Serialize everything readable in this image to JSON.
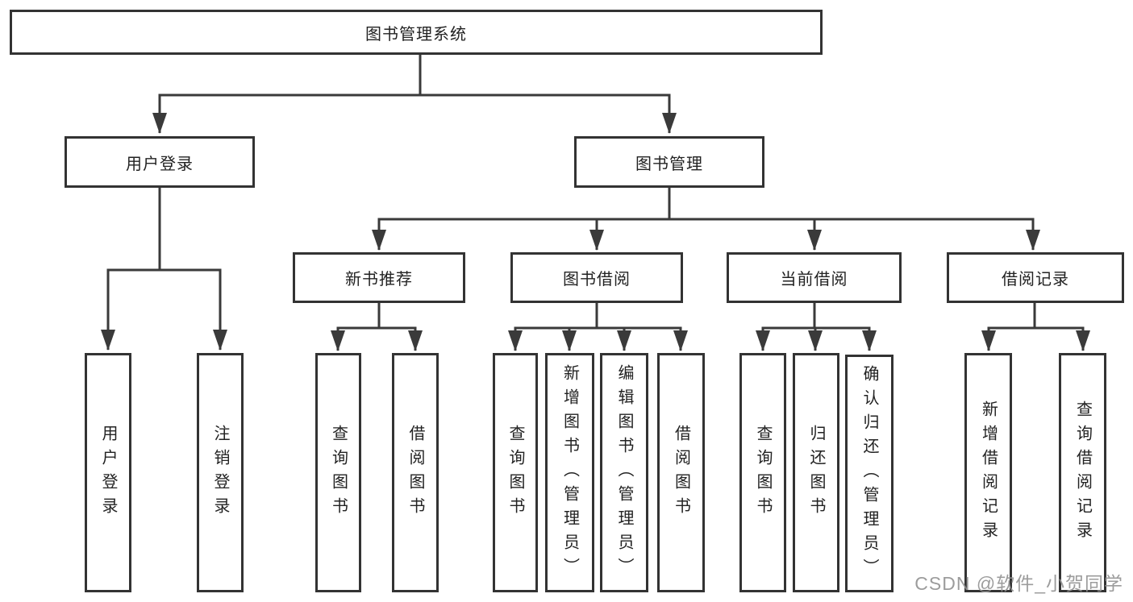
{
  "tree": {
    "label": "图书管理系统",
    "children": [
      {
        "label": "用户登录",
        "children": [
          {
            "label": "用户登录"
          },
          {
            "label": "注销登录"
          }
        ]
      },
      {
        "label": "图书管理",
        "children": [
          {
            "label": "新书推荐",
            "children": [
              {
                "label": "查询图书"
              },
              {
                "label": "借阅图书"
              }
            ]
          },
          {
            "label": "图书借阅",
            "children": [
              {
                "label": "查询图书"
              },
              {
                "label": "新增图书（管理员）"
              },
              {
                "label": "编辑图书（管理员）"
              },
              {
                "label": "借阅图书"
              }
            ]
          },
          {
            "label": "当前借阅",
            "children": [
              {
                "label": "查询图书"
              },
              {
                "label": "归还图书"
              },
              {
                "label": "确认归还（管理员）"
              }
            ]
          },
          {
            "label": "借阅记录",
            "children": [
              {
                "label": "新增借阅记录"
              },
              {
                "label": "查询借阅记录"
              }
            ]
          }
        ]
      }
    ]
  },
  "watermark": {
    "text": "CSDN @软件_小贺同学"
  },
  "colors": {
    "line": "#3a3a3a",
    "box_border": "#333333",
    "box_background": "#ffffff",
    "text": "#222222",
    "watermark": "#919191",
    "page_background": "#ffffff"
  }
}
